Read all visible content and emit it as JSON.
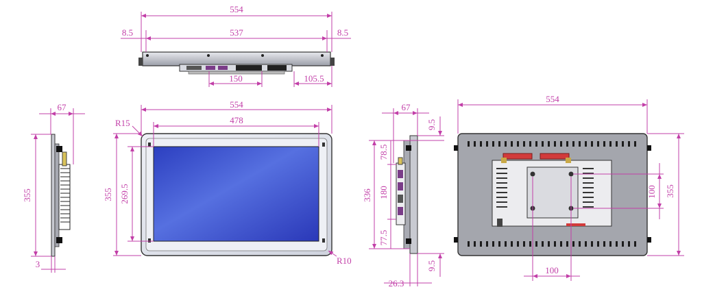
{
  "colors": {
    "dimension": "#c23fa8",
    "screen": "#3346c8",
    "bezel": "#dde1ea",
    "housing": "#9a9ca3",
    "antenna": "#d23b3b"
  },
  "dims": {
    "top": {
      "overall": "554",
      "inner": "537",
      "left_margin": "8.5",
      "right_margin": "8.5",
      "port_span": "150",
      "port_offset": "105.5"
    },
    "side_left": {
      "depth": "67",
      "height": "355",
      "bezel_thickness": "3"
    },
    "front": {
      "width": "554",
      "screen_width": "478",
      "height": "355",
      "screen_height": "269.5",
      "corner_outer": "R15",
      "corner_inner": "R10"
    },
    "side_right": {
      "depth": "67",
      "top_margin": "9.5",
      "seg_top": "78.5",
      "seg_mid": "180",
      "seg_bottom": "77.5",
      "total": "336",
      "bottom_margin": "9.5",
      "base_depth": "26.3"
    },
    "back": {
      "width": "554",
      "height": "355",
      "vesa_h": "100",
      "vesa_w": "100"
    }
  }
}
